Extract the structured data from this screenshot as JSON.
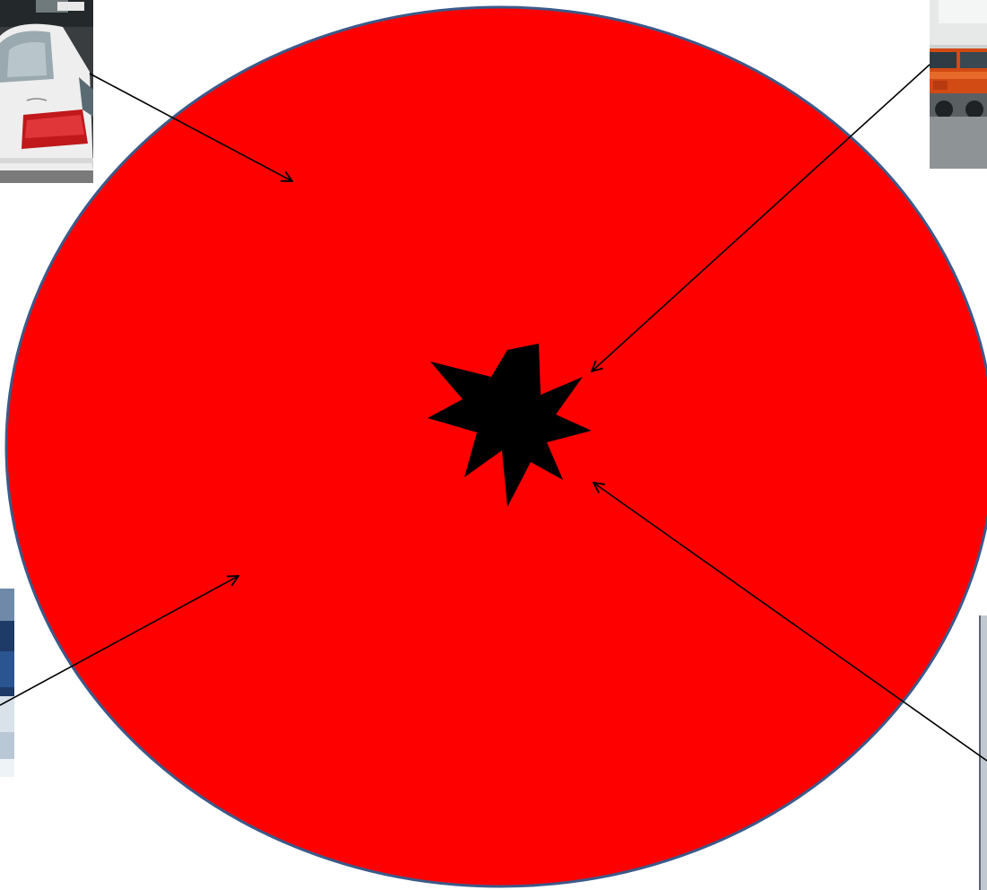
{
  "colors": {
    "circle_fill": "#ff0000",
    "circle_stroke": "#3b5a8a",
    "burst_fill": "#000000",
    "arrow": "#000000"
  },
  "icons": {
    "car_photo": "white-car-rear-photo",
    "truck_photo": "orange-truck-photo",
    "boat_photo": "speedboat-water-photo",
    "door_photo": "grey-panel-photo",
    "center_burst": "explosion-burst-icon"
  }
}
